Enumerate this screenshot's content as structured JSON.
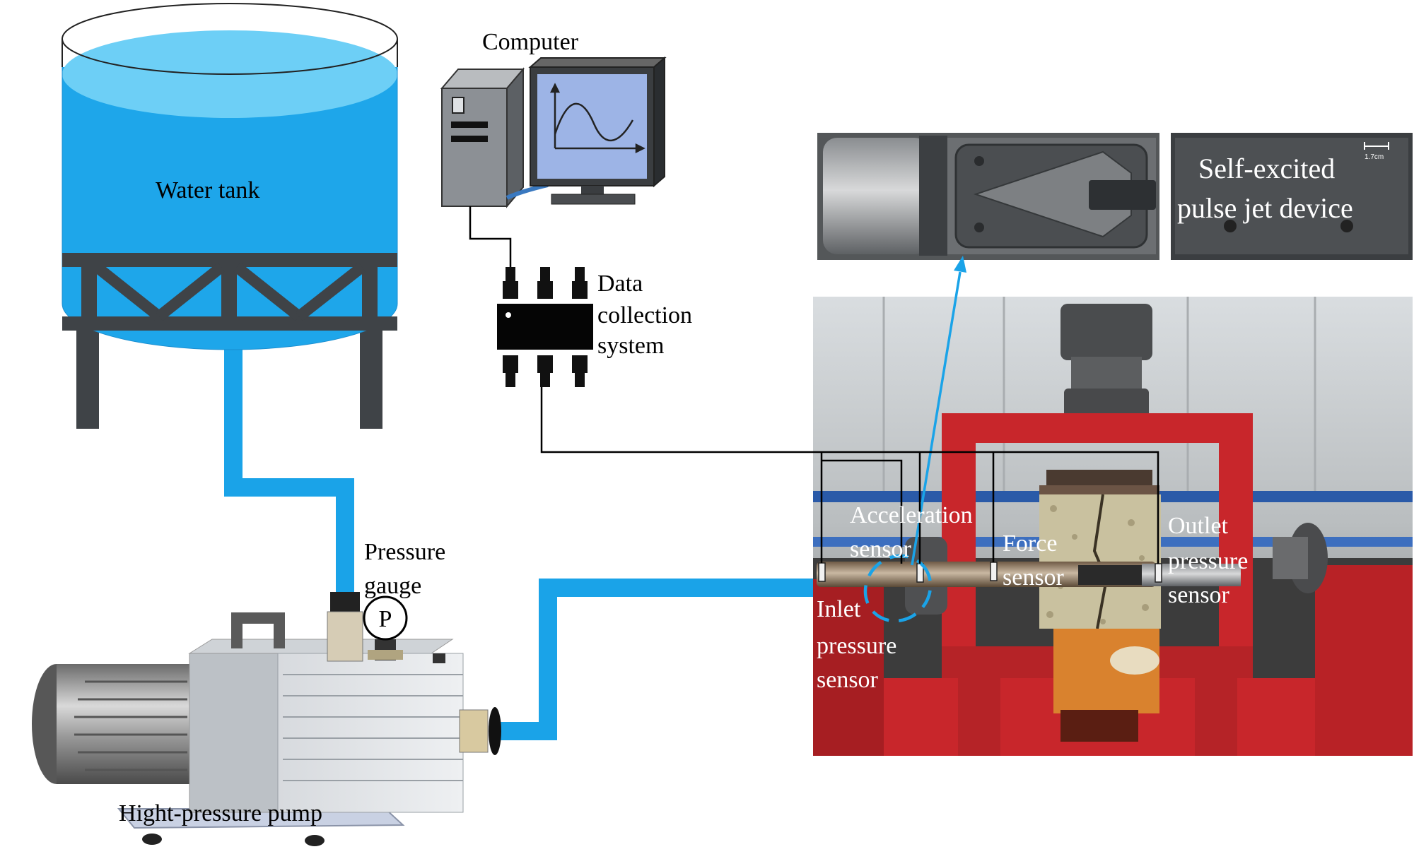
{
  "labels": {
    "water_tank": "Water tank",
    "computer": "Computer",
    "data_collection_line1": "Data",
    "data_collection_line2": "collection",
    "data_collection_line3": "system",
    "pressure_gauge_line1": "Pressure",
    "pressure_gauge_line2": "gauge",
    "gauge_symbol": "P",
    "pump": "Hight-pressure pump",
    "device_line1": "Self-excited",
    "device_line2": "pulse jet device",
    "scale_bar": "1.7cm",
    "acceleration_line1": "Acceleration",
    "acceleration_line2": "sensor",
    "force_line1": "Force",
    "force_line2": "sensor",
    "outlet_line1": "Outlet",
    "outlet_line2": "pressure",
    "outlet_line3": "sensor",
    "inlet_line1": "Inlet",
    "inlet_line2": "pressure",
    "inlet_line3": "sensor"
  },
  "colors": {
    "water_pipe": "#1aa3e8",
    "tank_water": "#1ea6ea",
    "frame_gray": "#3f4347",
    "rig_red": "#c8262b",
    "signal_wire": "#000000"
  }
}
